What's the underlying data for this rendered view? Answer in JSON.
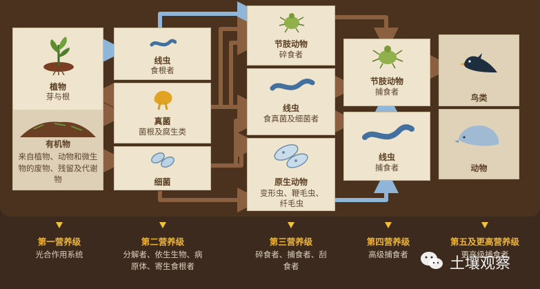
{
  "colors": {
    "board": "#4b321f",
    "card": "#efe4cd",
    "arrow_brown": "#8a6040",
    "arrow_blue": "#8fb6d8",
    "level_title": "#efb434"
  },
  "cards": {
    "plants": {
      "title": "植物",
      "desc": "芽与根"
    },
    "organic": {
      "title": "有机物",
      "desc": "来自植物、动物和微生物的废物、残留及代谢物"
    },
    "nematode_root": {
      "title": "线虫",
      "desc": "食根者"
    },
    "fungi": {
      "title": "真菌",
      "desc": "菌根及腐生类"
    },
    "bacteria": {
      "title": "细菌"
    },
    "arthropod_shredder": {
      "title": "节肢动物",
      "desc": "碎食者"
    },
    "nematode_fungal": {
      "title": "线虫",
      "desc": "食真菌及细菌者"
    },
    "protozoa": {
      "title": "原生动物",
      "desc": "变形虫、鞭毛虫、纤毛虫"
    },
    "arthropod_predator": {
      "title": "节肢动物",
      "desc": "捕食者"
    },
    "nematode_predator": {
      "title": "线虫",
      "desc": "捕食者"
    },
    "birds": {
      "title": "鸟类"
    },
    "animals": {
      "title": "动物"
    }
  },
  "levels": [
    {
      "title": "第一营养级",
      "desc": "光合作用系统"
    },
    {
      "title": "第二营养级",
      "desc": "分解者、依生生物、病原体、寄生食根者"
    },
    {
      "title": "第三营养级",
      "desc": "碎食者、捕食者、刮食者"
    },
    {
      "title": "第四营养级",
      "desc": "高级捕食者"
    },
    {
      "title": "第五及更高营养级",
      "desc": "更高级捕食者"
    }
  ],
  "watermark": {
    "text": "土壤观察"
  },
  "icons": [
    "plant-icon",
    "soil-mound-icon",
    "nematode-icon",
    "mushroom-icon",
    "bacteria-icon",
    "mite-icon",
    "protozoa-icon",
    "bird-icon",
    "mole-icon",
    "wechat-icon"
  ]
}
